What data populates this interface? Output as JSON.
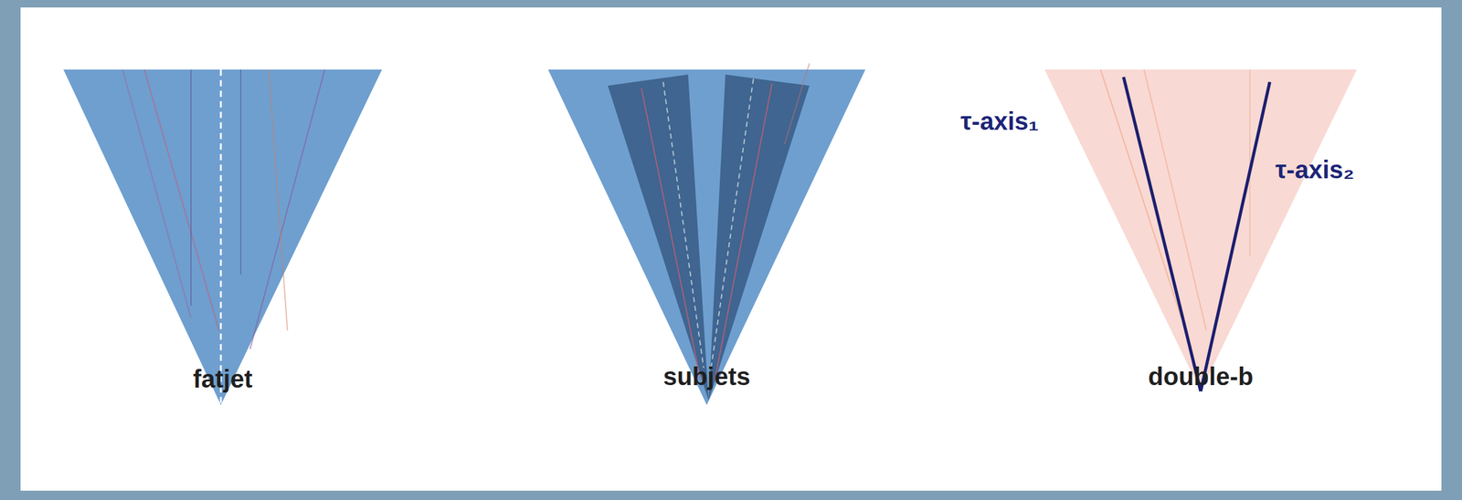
{
  "diagram": {
    "nodes": [
      {
        "text": [
          "fatjet"
        ]
      },
      {
        "text": [
          "subjets"
        ]
      },
      {
        "text": [
          "double-b"
        ]
      }
    ],
    "labels": [
      "τ-axis₁",
      "τ-axis₂"
    ]
  }
}
